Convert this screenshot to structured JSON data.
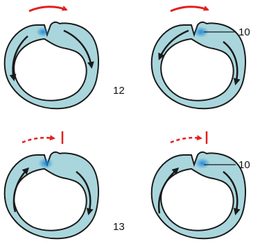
{
  "figure": {
    "labels": {
      "top_pair": "12",
      "bottom_pair": "13",
      "callout_top": "10",
      "callout_bottom": "10"
    }
  },
  "colors": {
    "tube_fill": "#a9d6dc",
    "tube_stroke": "#1a1a1a",
    "highlight": "#2f9bd8",
    "red_arrow": "#e41f1f",
    "dark_arrow": "#1a1a1a"
  },
  "icons": {
    "solid_arrow": "red-solid-arrow-icon",
    "dashed_arrow": "red-dashed-arrow-with-stop-bar-icon",
    "flow_arrow": "curved-black-arrow-icon"
  }
}
